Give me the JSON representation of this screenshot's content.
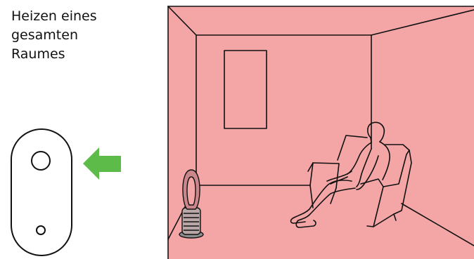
{
  "title_lines": [
    "Heizen eines",
    "gesamten",
    "Raumes"
  ],
  "colors": {
    "room_fill": "#F4A5A6",
    "arrow": "#5DBB4A",
    "line": "#111111"
  },
  "icons": {
    "remote": "remote-control-icon",
    "arrow": "arrow-left-icon",
    "fan_heater": "fan-heater-icon",
    "person": "seated-person-icon"
  }
}
